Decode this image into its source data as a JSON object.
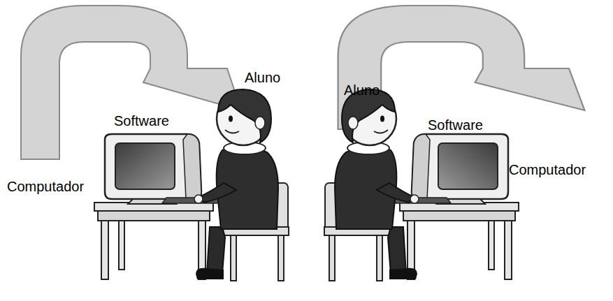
{
  "diagram": {
    "labels": [
      "Computador",
      "Software",
      "Aluno",
      "Aluno",
      "Software",
      "Computador"
    ]
  }
}
